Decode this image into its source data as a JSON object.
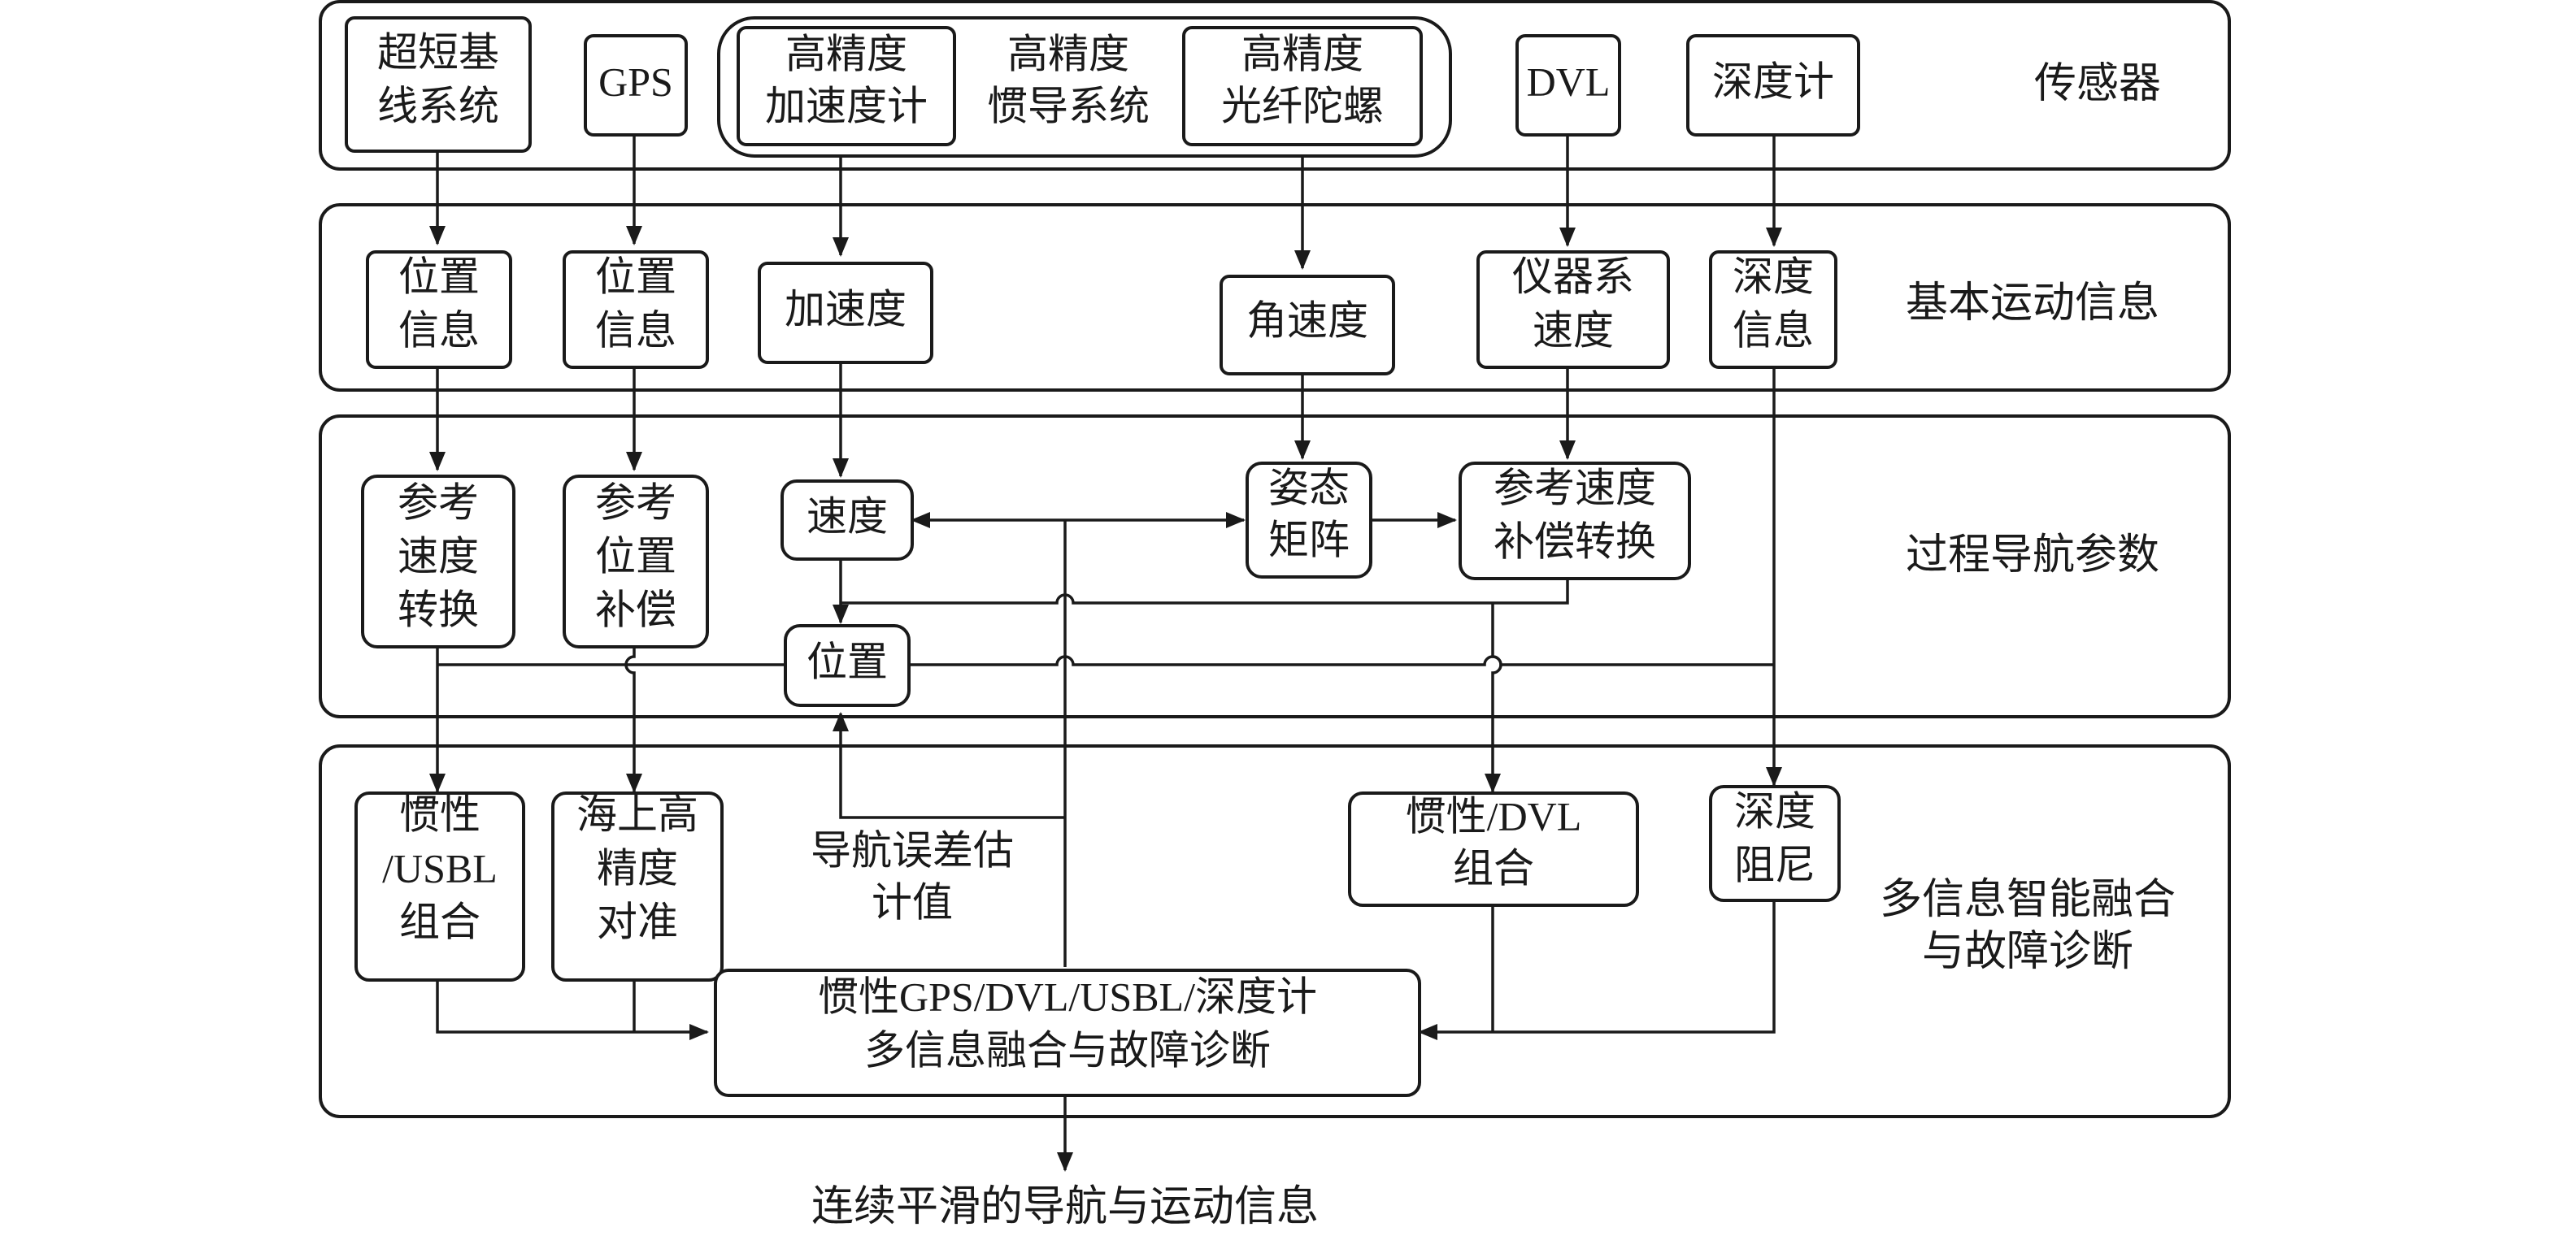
{
  "layers": {
    "sensors": "传感器",
    "basic": "基本运动信息",
    "process": "过程导航参数",
    "fusion": [
      "多信息智能融合",
      "与故障诊断"
    ]
  },
  "nodes": {
    "usbl": [
      "超短基",
      "线系统"
    ],
    "gps": [
      "GPS"
    ],
    "accel_meter": [
      "高精度",
      "加速度计"
    ],
    "ins": [
      "高精度",
      "惯导系统"
    ],
    "gyro": [
      "高精度",
      "光纤陀螺"
    ],
    "dvl": [
      "DVL"
    ],
    "depth_gauge": [
      "深度计"
    ],
    "pos_info_1": [
      "位置",
      "信息"
    ],
    "pos_info_2": [
      "位置",
      "信息"
    ],
    "acceleration": [
      "加速度"
    ],
    "angular_rate": [
      "角速度"
    ],
    "instr_velocity": [
      "仪器系",
      "速度"
    ],
    "depth_info": [
      "深度",
      "信息"
    ],
    "ref_vel_conv": [
      "参考",
      "速度",
      "转换"
    ],
    "ref_pos_comp": [
      "参考",
      "位置",
      "补偿"
    ],
    "velocity": [
      "速度"
    ],
    "attitude": [
      "姿态",
      "矩阵"
    ],
    "ref_vel_comp": [
      "参考速度",
      "补偿转换"
    ],
    "position": [
      "位置"
    ],
    "ins_usbl": [
      "惯性",
      "/USBL",
      "组合"
    ],
    "sea_align": [
      "海上高",
      "精度",
      "对准"
    ],
    "nav_error": [
      "导航误差估",
      "计值"
    ],
    "ins_dvl": [
      "惯性/DVL",
      "组合"
    ],
    "depth_damp": [
      "深度",
      "阻尼"
    ],
    "fusion": [
      "惯性GPS/DVL/USBL/深度计",
      "多信息融合与故障诊断"
    ]
  },
  "output": "连续平滑的导航与运动信息"
}
